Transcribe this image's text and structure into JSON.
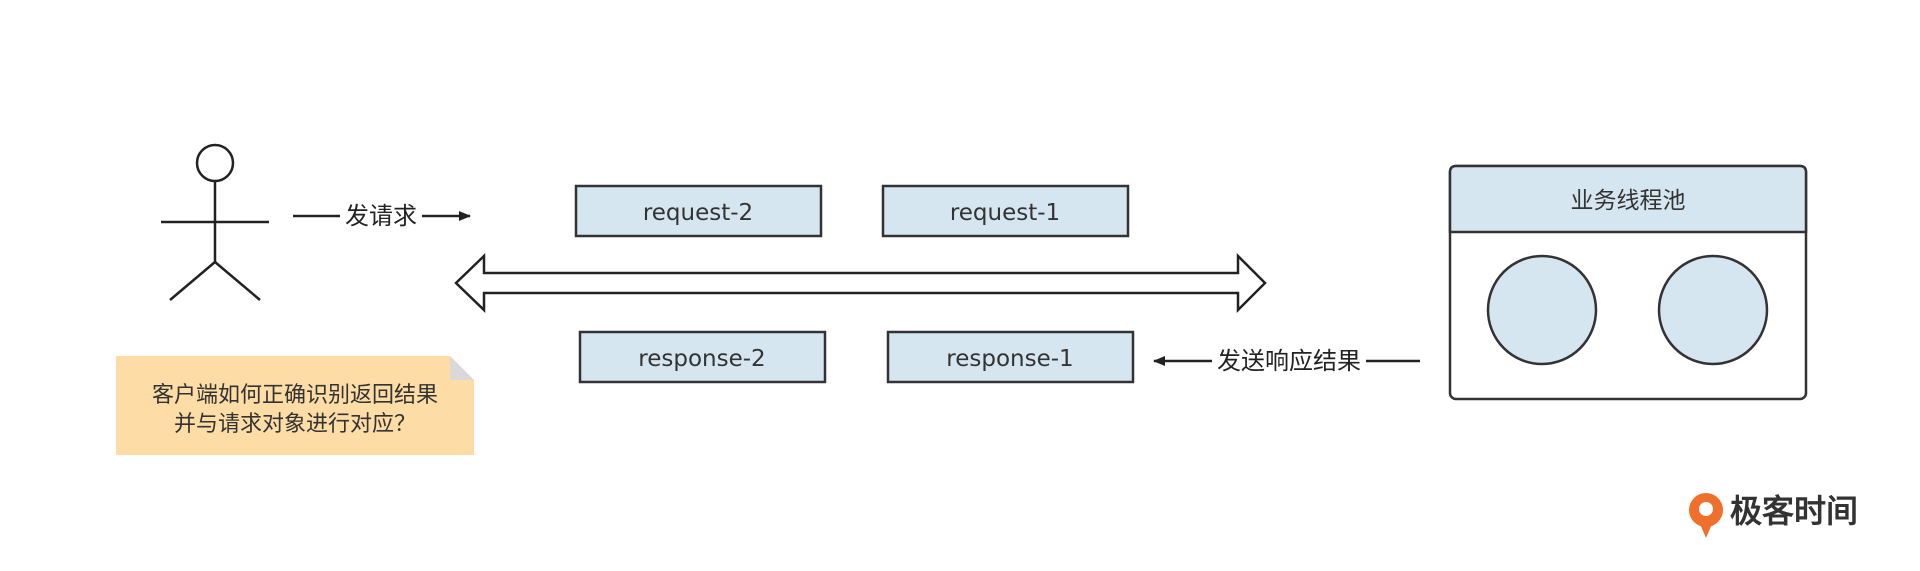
{
  "actor": {
    "label": ""
  },
  "send_request": {
    "label": "发请求"
  },
  "requests": [
    {
      "label": "request-2"
    },
    {
      "label": "request-1"
    }
  ],
  "responses": [
    {
      "label": "response-2"
    },
    {
      "label": "response-1"
    }
  ],
  "send_response": {
    "label": "发送响应结果"
  },
  "thread_pool": {
    "title": "业务线程池"
  },
  "note": {
    "line1": "客户端如何正确识别返回结果",
    "line2": "并与请求对象进行对应？"
  },
  "logo": {
    "text": "极客时间"
  },
  "colors": {
    "box_fill": "#d5e6f0",
    "box_stroke": "#333333",
    "note_fill": "#fddca6",
    "note_fold": "#d9d9d9",
    "logo_accent": "#f0702b"
  }
}
